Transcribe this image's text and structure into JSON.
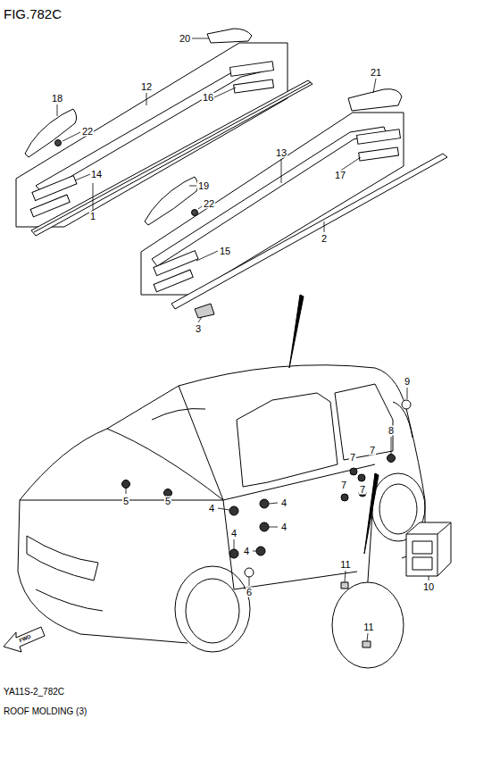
{
  "diagram": {
    "title": "FIG.782C",
    "caption": "YA11S-2_782C",
    "labels": [
      "20",
      "12",
      "16",
      "18",
      "22",
      "21",
      "13",
      "14",
      "17",
      "19",
      "22",
      "15",
      "1",
      "2",
      "3",
      "9",
      "8",
      "7",
      "7",
      "7",
      "7",
      "5",
      "5",
      "4",
      "4",
      "4",
      "4",
      "4",
      "6",
      "11",
      "10",
      "11",
      "FWD",
      "ROOF MOLDING (3)"
    ]
  }
}
